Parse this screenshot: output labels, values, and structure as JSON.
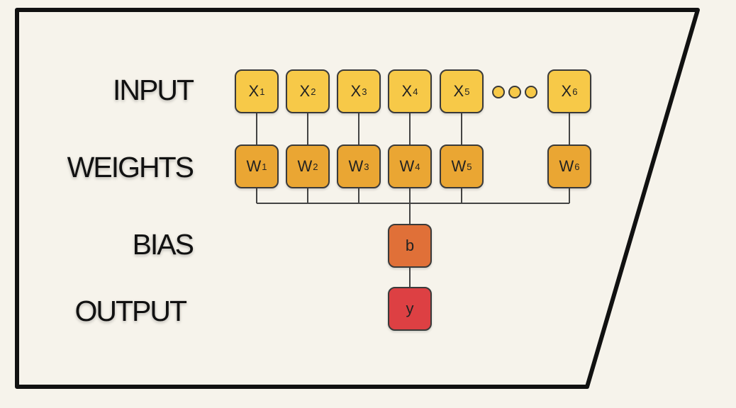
{
  "labels": {
    "input": "INPUT",
    "weights": "WEIGHTS",
    "bias": "BIAS",
    "output": "OUTPUT"
  },
  "inputs": [
    {
      "base": "X",
      "sub": "1"
    },
    {
      "base": "X",
      "sub": "2"
    },
    {
      "base": "X",
      "sub": "3"
    },
    {
      "base": "X",
      "sub": "4"
    },
    {
      "base": "X",
      "sub": "5"
    },
    {
      "base": "X",
      "sub": "6"
    }
  ],
  "weights": [
    {
      "base": "W",
      "sub": "1"
    },
    {
      "base": "W",
      "sub": "2"
    },
    {
      "base": "W",
      "sub": "3"
    },
    {
      "base": "W",
      "sub": "4"
    },
    {
      "base": "W",
      "sub": "5"
    },
    {
      "base": "W",
      "sub": "6"
    }
  ],
  "bias": "b",
  "output": "y",
  "colors": {
    "input": "#f7c948",
    "weight": "#eaa633",
    "bias": "#e07038",
    "output": "#dd4043",
    "background": "#f6f3eb",
    "frame": "#111111"
  }
}
